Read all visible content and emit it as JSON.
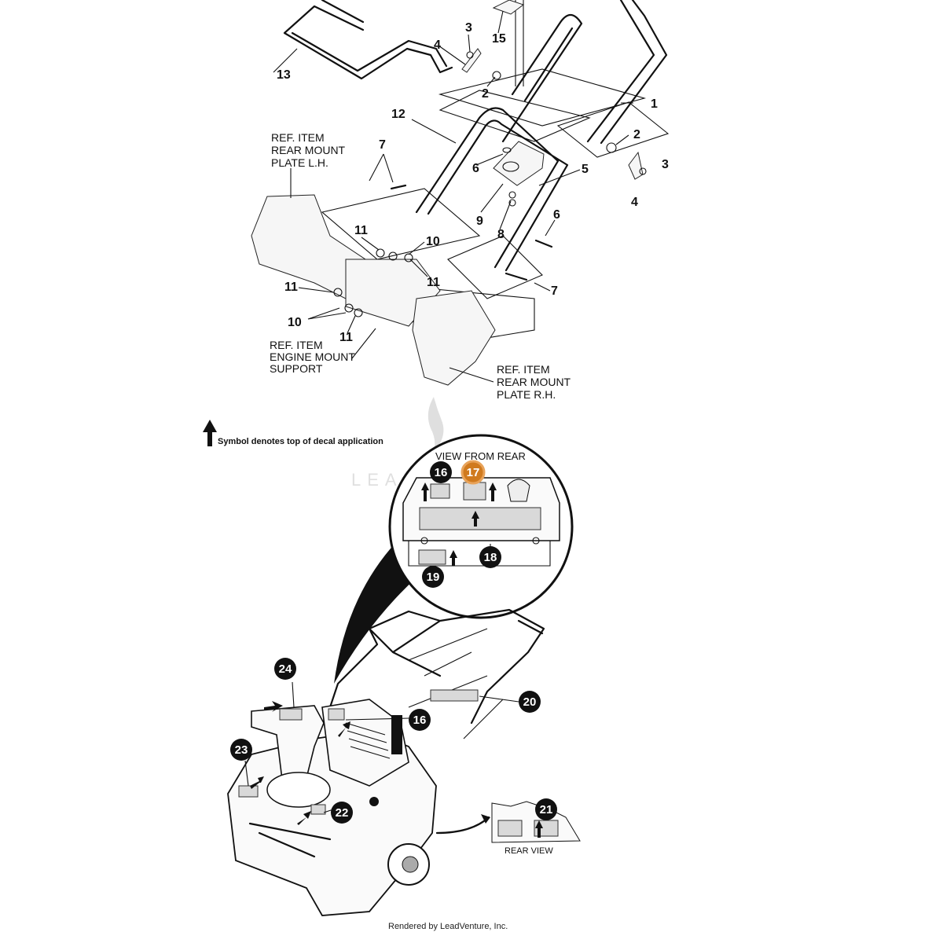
{
  "diagram": {
    "top_labels": {
      "n1": "1",
      "n2a": "2",
      "n2b": "2",
      "n3a": "3",
      "n3b": "3",
      "n4a": "4",
      "n4b": "4",
      "n5": "5",
      "n6a": "6",
      "n6b": "6",
      "n7a": "7",
      "n7b": "7",
      "n8": "8",
      "n9": "9",
      "n10a": "10",
      "n10b": "10",
      "n11a": "11",
      "n11b": "11",
      "n11c": "11",
      "n11d": "11",
      "n12": "12",
      "n13": "13",
      "n15": "15"
    },
    "ref_lh": [
      "REF. ITEM",
      "REAR MOUNT",
      "PLATE L.H."
    ],
    "ref_engine": [
      "REF. ITEM",
      "ENGINE MOUNT",
      "SUPPORT"
    ],
    "ref_rh": [
      "REF. ITEM",
      "REAR MOUNT",
      "PLATE R.H."
    ],
    "decal_note": "Symbol denotes top of decal application",
    "view_from_rear": "VIEW FROM REAR",
    "rear_view": "REAR VIEW",
    "callouts": {
      "c16a": "16",
      "c17": "17",
      "c18": "18",
      "c19": "19",
      "c20": "20",
      "c21": "21",
      "c22": "22",
      "c23": "23",
      "c24": "24",
      "c16b": "16"
    },
    "watermark": "LEADV",
    "footer": "Rendered by LeadVenture, Inc.",
    "highlight_color": "#d07a1e"
  }
}
